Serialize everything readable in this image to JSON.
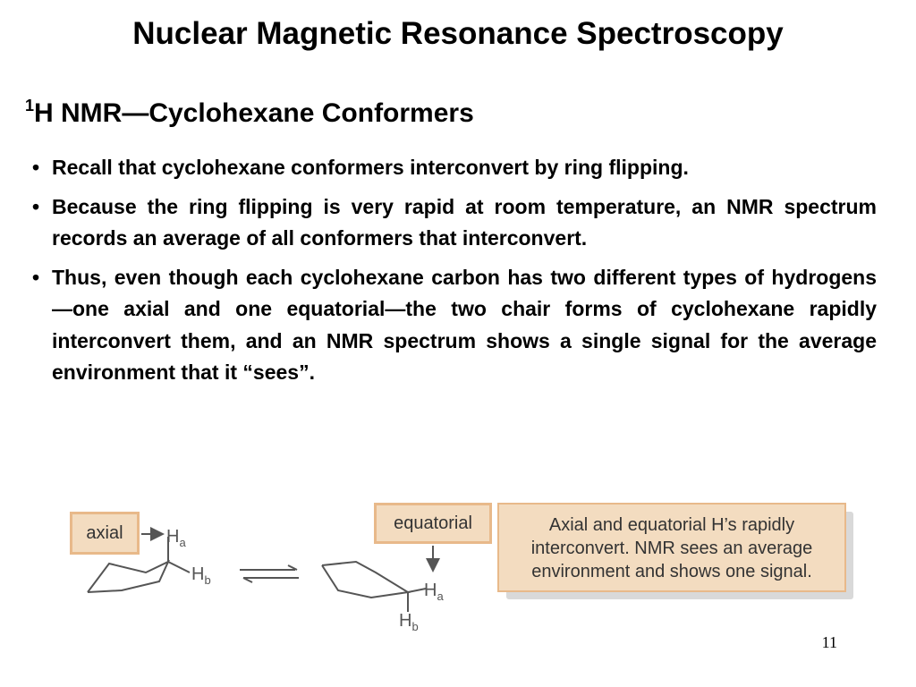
{
  "slide": {
    "title": "Nuclear Magnetic Resonance Spectroscopy",
    "subtitle_sup": "1",
    "subtitle_text": "H NMR—Cyclohexane Conformers",
    "bullet_char": "•",
    "bullets": [
      "Recall that cyclohexane conformers interconvert by ring flipping.",
      "Because the ring flipping is very rapid at room temperature, an NMR spectrum records an average of all conformers that interconvert.",
      "Thus, even though each cyclohexane carbon has two different types of hydrogens—one axial and one equatorial—the two chair forms of cyclohexane rapidly interconvert them, and an NMR spectrum shows a single signal for the average environment that it “sees”."
    ],
    "page_number": "11"
  },
  "figure": {
    "axial_label": "axial",
    "equatorial_label": "equatorial",
    "note": "Axial and equatorial H’s rapidly interconvert. NMR sees an average environment and shows one signal.",
    "h_letter": "H",
    "sub_a": "a",
    "sub_b": "b",
    "colors": {
      "box_fill": "#f3dcc0",
      "box_border": "#e8b98a",
      "line": "#555555"
    }
  }
}
